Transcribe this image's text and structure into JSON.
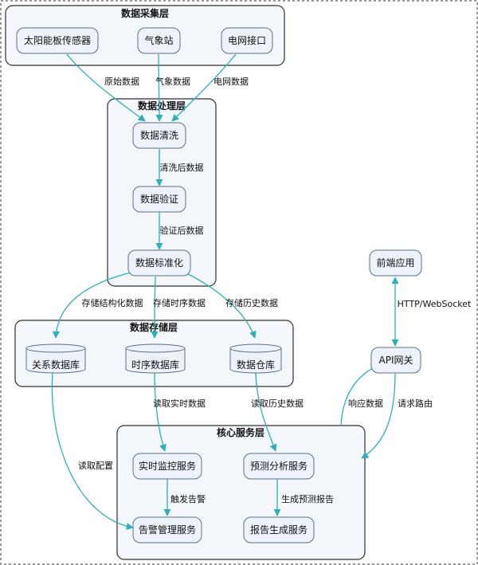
{
  "clusters": {
    "collection": "数据采集层",
    "processing": "数据处理层",
    "storage": "数据存储层",
    "core": "核心服务层"
  },
  "nodes": {
    "solar_sensor": "太阳能板传感器",
    "weather_station": "气象站",
    "grid_interface": "电网接口",
    "data_cleaning": "数据清洗",
    "data_validation": "数据验证",
    "data_standardization": "数据标准化",
    "relational_db": "关系数据库",
    "timeseries_db": "时序数据库",
    "data_warehouse": "数据仓库",
    "frontend_app": "前端应用",
    "api_gateway": "API网关",
    "realtime_monitor": "实时监控服务",
    "forecast_analysis": "预测分析服务",
    "alarm_management": "告警管理服务",
    "report_generation": "报告生成服务"
  },
  "edges": {
    "raw_data": "原始数据",
    "weather_data": "气象数据",
    "grid_data": "电网数据",
    "cleaned_data": "清洗后数据",
    "validated_data": "验证后数据",
    "store_structured": "存储结构化数据",
    "store_timeseries": "存储时序数据",
    "store_history": "存储历史数据",
    "read_realtime": "读取实时数据",
    "read_history": "读取历史数据",
    "read_config": "读取配置",
    "trigger_alarm": "触发告警",
    "generate_forecast_report": "生成预测报告",
    "http_websocket": "HTTP/WebSocket",
    "response_data": "响应数据",
    "request_routing": "请求路由"
  }
}
